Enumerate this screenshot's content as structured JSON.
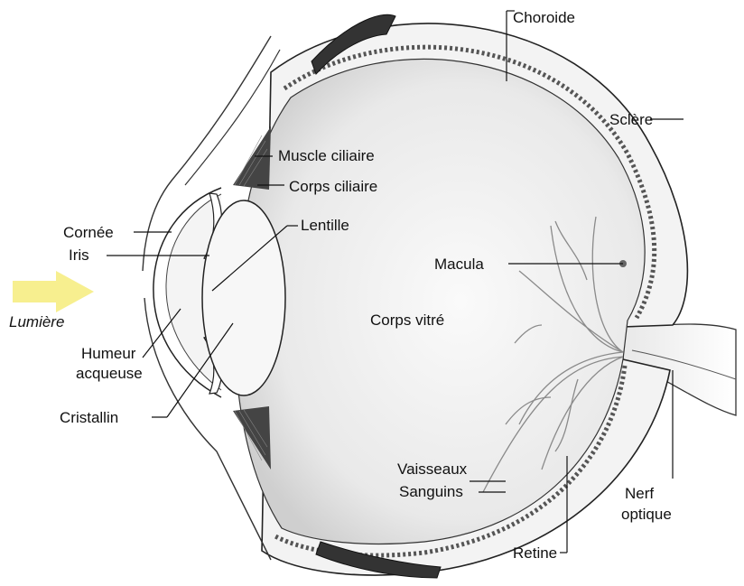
{
  "labels": {
    "choroide": "Choroide",
    "sclere": "Sclère",
    "muscle_ciliaire": "Muscle ciliaire",
    "corps_ciliaire": "Corps ciliaire",
    "lentille": "Lentille",
    "cornee": "Cornée",
    "iris": "Iris",
    "macula": "Macula",
    "lumiere": "Lumière",
    "corps_vitre": "Corps vitré",
    "humeur_line1": "Humeur",
    "humeur_line2": "acqueuse",
    "cristallin": "Cristallin",
    "vaisseaux_line1": "Vaisseaux",
    "vaisseaux_line2": "Sanguins",
    "nerf_line1": "Nerf",
    "nerf_line2": "optique",
    "retine": "Retine"
  },
  "colors": {
    "arrow": "#f7ef8f",
    "eyeball": "#e6e6e6",
    "sclera": "#f3f3f3",
    "vessels": "#8a8a8a",
    "outline": "#222222"
  }
}
